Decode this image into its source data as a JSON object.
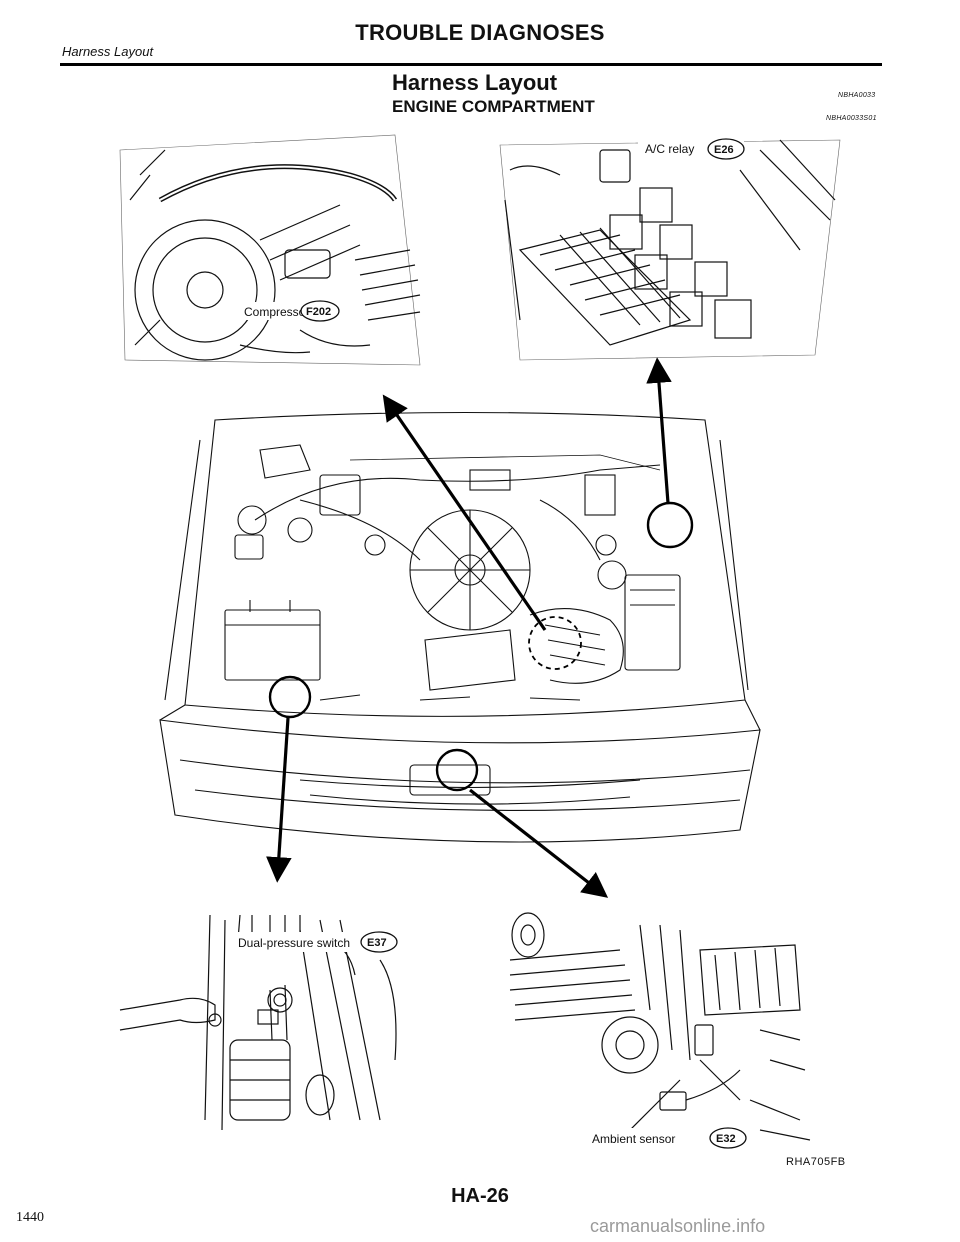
{
  "header": {
    "section": "Harness Layout",
    "title": "TROUBLE DIAGNOSES"
  },
  "section": {
    "title": "Harness Layout",
    "subtitle": "ENGINE COMPARTMENT",
    "code1": "NBHA0033",
    "code2": "NBHA0033S01"
  },
  "figure": {
    "labels": {
      "compressor": "Compressor",
      "ac_relay": "A/C relay",
      "dual_pressure": "Dual-pressure switch",
      "ambient": "Ambient sensor"
    },
    "connectors": {
      "compressor": "F202",
      "ac_relay": "E26",
      "dual_pressure": "E37",
      "ambient": "E32"
    },
    "reference": "RHA705FB"
  },
  "footer": {
    "page": "HA-26",
    "catalog_number": "1440",
    "watermark": "carmanualsonline.info"
  }
}
